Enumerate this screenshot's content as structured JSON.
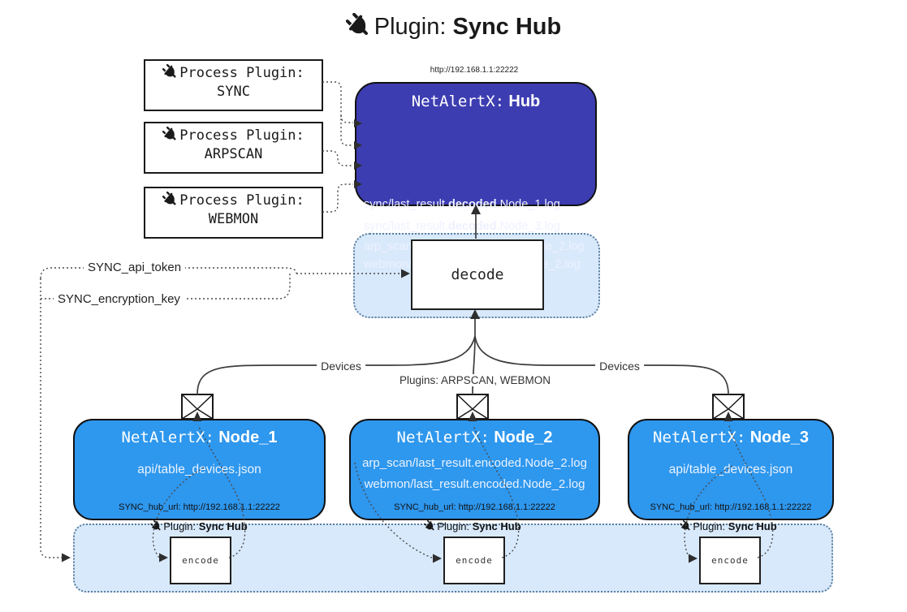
{
  "title": {
    "label": "Plugin:",
    "name": "Sync Hub"
  },
  "process_plugins": [
    {
      "label": "Process Plugin:",
      "name": "SYNC"
    },
    {
      "label": "Process Plugin:",
      "name": "ARPSCAN"
    },
    {
      "label": "Process Plugin:",
      "name": "WEBMON"
    }
  ],
  "hub": {
    "url": "http://192.168.1.1:22222",
    "product": "NetAlertX:",
    "name": "Hub",
    "logs": [
      {
        "pre": "sync/last_result.",
        "bold": "decoded",
        "post": ".Node_1.log"
      },
      {
        "pre": "sync/last_result.",
        "bold": "decoded",
        "post": ".Node_3.log"
      },
      {
        "pre": "arp_scan/last_result.",
        "bold": "decoded",
        "post": ".Node_2.log"
      },
      {
        "pre": "webmon/last_result.",
        "bold": "decoded",
        "post": ".Node_2.log"
      }
    ]
  },
  "decode_label": "decode",
  "env_vars": {
    "api_token": "SYNC_api_token",
    "encryption_key": "SYNC_encryption_key"
  },
  "edge_labels": {
    "devices_left": "Devices",
    "plugins": "Plugins: ARPSCAN, WEBMON",
    "devices_right": "Devices"
  },
  "nodes": [
    {
      "product": "NetAlertX:",
      "name": "Node_1",
      "lines": [
        "api/table_devices.json"
      ],
      "hub_url": "SYNC_hub_url: http://192.168.1.1:22222"
    },
    {
      "product": "NetAlertX:",
      "name": "Node_2",
      "lines": [
        "arp_scan/last_result.encoded.Node_2.log",
        "webmon/last_result.encoded.Node_2.log"
      ],
      "hub_url": "SYNC_hub_url: http://192.168.1.1:22222"
    },
    {
      "product": "NetAlertX:",
      "name": "Node_3",
      "lines": [
        "api/table_devices.json"
      ],
      "hub_url": "SYNC_hub_url: http://192.168.1.1:22222"
    }
  ],
  "encoders": [
    {
      "label": "Plugin:",
      "name": "Sync Hub",
      "box": "encode"
    },
    {
      "label": "Plugin:",
      "name": "Sync Hub",
      "box": "encode"
    },
    {
      "label": "Plugin:",
      "name": "Sync Hub",
      "box": "encode"
    }
  ],
  "colors": {
    "hub_bg": "#3d3db2",
    "node_bg": "#2e97ee",
    "panel_bg": "#d8e9fb",
    "panel_border": "#5b7e9e"
  }
}
